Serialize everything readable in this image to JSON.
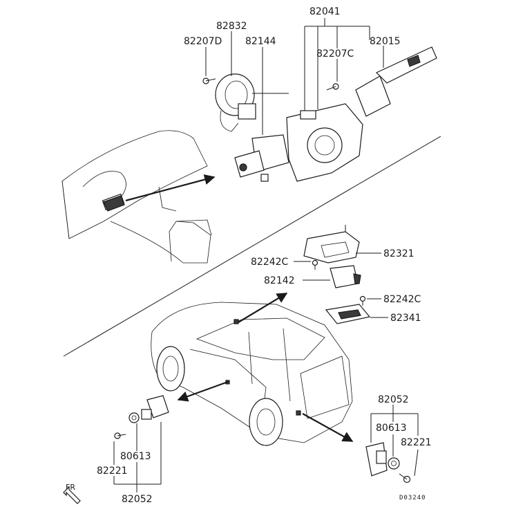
{
  "labels": {
    "p82041": "82041",
    "p82832": "82832",
    "p82207D": "82207D",
    "p82144": "82144",
    "p82207C": "82207C",
    "p82015": "82015",
    "p82321": "82321",
    "p82242C_a": "82242C",
    "p82142": "82142",
    "p82242C_b": "82242C",
    "p82341": "82341",
    "p82052_r": "82052",
    "p80613_r": "80613",
    "p82221_r": "82221",
    "p80613_l": "80613",
    "p82221_l": "82221",
    "p82052_l": "82052",
    "front": "FR",
    "drawing_code": "D03240"
  }
}
